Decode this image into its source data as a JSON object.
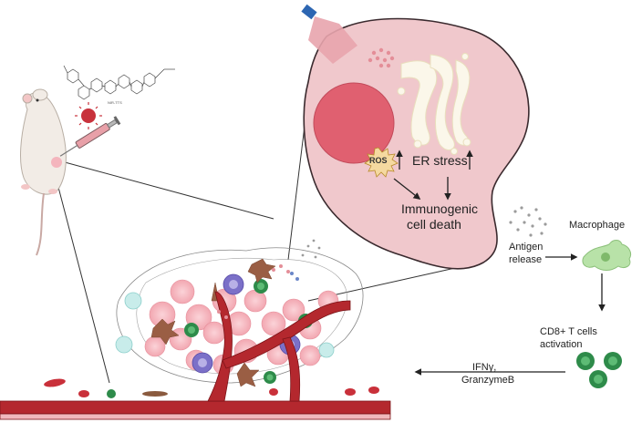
{
  "labels": {
    "ros": "ROS",
    "er_stress": "ER stress",
    "immunogenic_cell_death": [
      "Immunogenic",
      "cell death"
    ],
    "antigen_release": [
      "Antigen",
      "release"
    ],
    "macrophage": "Macrophage",
    "cd8_activation": [
      "CD8+ T cells",
      "activation"
    ],
    "ifn_granzyme": [
      "IFNγ,",
      "GranzymeB"
    ],
    "compound_code": "NIR-TTS"
  },
  "colors": {
    "cell_fill": "#f0c8cc",
    "nucleus": "#e06070",
    "vessel": "#b4282e",
    "tcell": "#2e8b4a",
    "macrophage": "#b8e2a8",
    "tumor": "#f4b5bd",
    "ros_burst": "#f5d9a0"
  }
}
